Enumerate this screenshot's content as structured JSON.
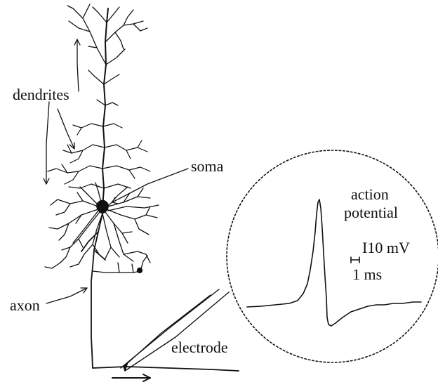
{
  "labels": {
    "dendrites": "dendrites",
    "soma": "soma",
    "axon": "axon",
    "electrode": "electrode",
    "action_potential_line1": "action",
    "action_potential_line2": "potential",
    "voltage_scale": "I10 mV",
    "time_scale": "1 ms"
  },
  "colors": {
    "ink": "#111111",
    "background": "#ffffff"
  }
}
